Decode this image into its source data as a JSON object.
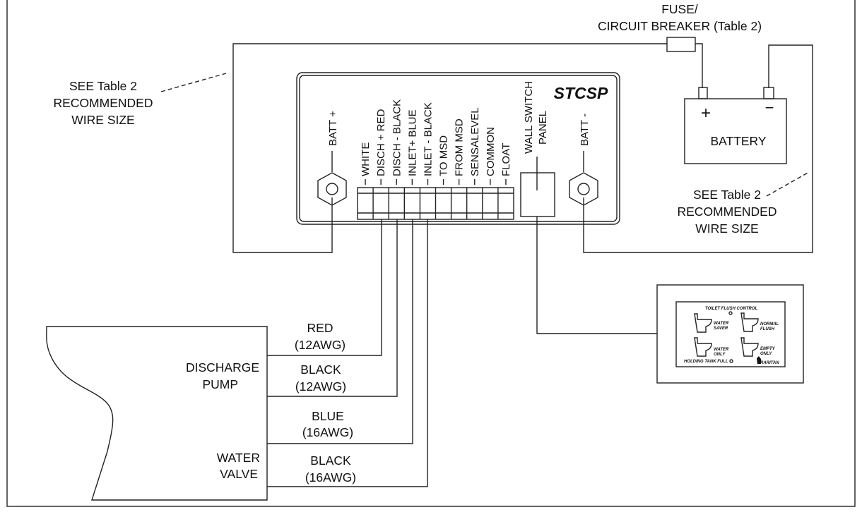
{
  "fuse": {
    "line1": "FUSE/",
    "line2": "CIRCUIT BREAKER (Table 2)"
  },
  "battery": {
    "label": "BATTERY",
    "plus": "+",
    "minus": "−"
  },
  "wire_note_left": {
    "line1": "SEE Table 2",
    "line2": "RECOMMENDED",
    "line3": "WIRE SIZE"
  },
  "wire_note_right": {
    "line1": "SEE Table 2",
    "line2": "RECOMMENDED",
    "line3": "WIRE SIZE"
  },
  "controller": {
    "title": "STCSP",
    "batt_plus": "BATT +",
    "batt_minus": "BATT -",
    "terminals": [
      "WHITE",
      "DISCH + RED",
      "DISCH - BLACK",
      "INLET+ BLUE",
      "INLET - BLACK",
      "TO MSD",
      "FROM MSD",
      "SENSALEVEL",
      "COMMON",
      "FLOAT"
    ],
    "wall_switch": {
      "line1": "WALL SWITCH",
      "line2": "PANEL"
    }
  },
  "devices": {
    "pump": {
      "line1": "DISCHARGE",
      "line2": "PUMP"
    },
    "valve": {
      "line1": "WATER",
      "line2": "VALVE"
    }
  },
  "wires": [
    {
      "color": "RED",
      "gauge": "(12AWG)"
    },
    {
      "color": "BLACK",
      "gauge": "(12AWG)"
    },
    {
      "color": "BLUE",
      "gauge": "(16AWG)"
    },
    {
      "color": "BLACK",
      "gauge": "(16AWG)"
    }
  ],
  "panel": {
    "title": "TOILET FLUSH CONTROL",
    "buttons": [
      {
        "line1": "WATER",
        "line2": "SAVER"
      },
      {
        "line1": "NORMAL",
        "line2": "FLUSH"
      },
      {
        "line1": "WATER",
        "line2": "ONLY"
      },
      {
        "line1": "EMPTY",
        "line2": "ONLY"
      }
    ],
    "indicator": "HOLDING TANK FULL",
    "brand": "RARITAN"
  }
}
